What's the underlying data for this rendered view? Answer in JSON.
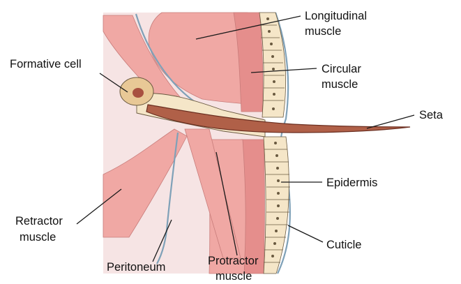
{
  "labels": {
    "longitudinal_line1": "Longitudinal",
    "longitudinal_line2": "muscle",
    "formative_cell": "Formative cell",
    "circular_line1": "Circular",
    "circular_line2": "muscle",
    "seta": "Seta",
    "epidermis": "Epidermis",
    "retractor_line1": "Retractor",
    "retractor_line2": "muscle",
    "cuticle": "Cuticle",
    "peritoneum": "Peritoneum",
    "protractor_line1": "Protractor",
    "protractor_line2": "muscle"
  },
  "colors": {
    "background": "#ffffff",
    "muscle_fill": "#f0a8a4",
    "muscle_dark": "#e58e8c",
    "tissue_bg": "#f6e4e4",
    "epidermis_fill": "#f5e6c8",
    "formative_fill": "#e8c896",
    "nucleus": "#a85040",
    "seta_fill": "#b06048",
    "seta_outline": "#6a2e20",
    "membrane": "#7fa1b8"
  }
}
